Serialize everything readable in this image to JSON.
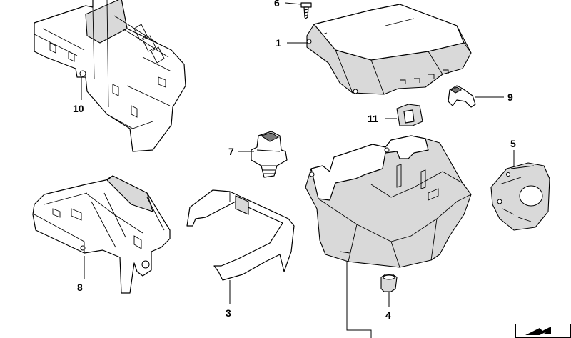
{
  "callouts": {
    "c1": "1",
    "c3": "3",
    "c4": "4",
    "c5": "5",
    "c6": "6",
    "c7": "7",
    "c8": "8",
    "c9": "9",
    "c10": "10",
    "c11": "11"
  },
  "colors": {
    "line": "#000000",
    "shade": "#d9d9d9",
    "background": "#ffffff"
  },
  "badge_icon": "arrow-icon"
}
